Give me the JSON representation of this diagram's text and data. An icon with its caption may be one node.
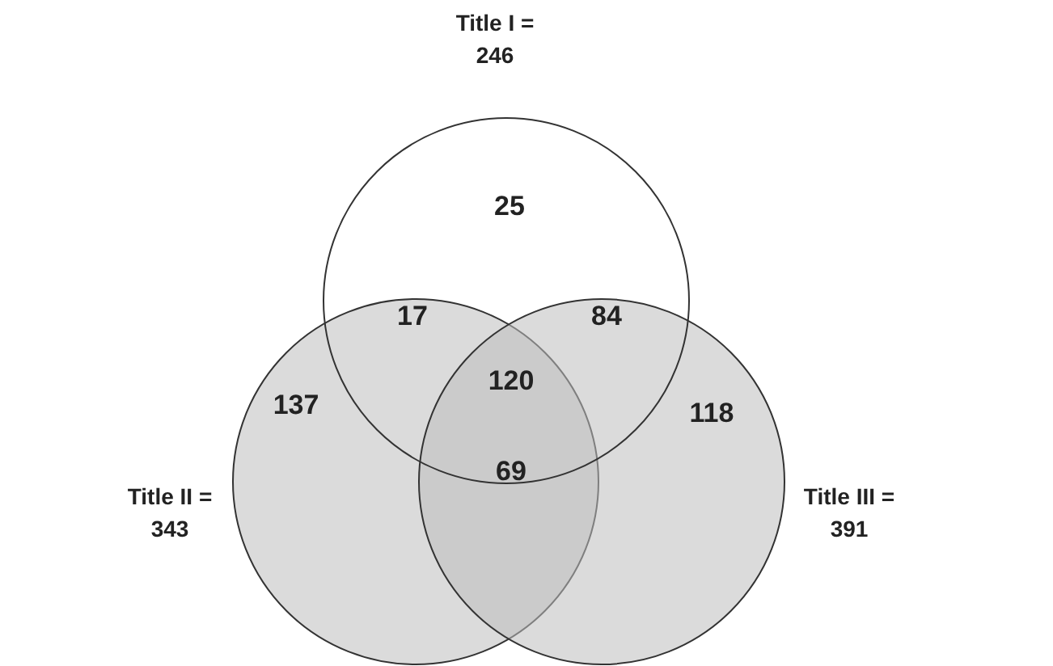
{
  "diagram": {
    "nodes": [
      {
        "text": [
          "Title I = 246"
        ]
      },
      {
        "text": [
          "Title II = 343"
        ]
      },
      {
        "text": [
          "Title III = 391"
        ]
      }
    ],
    "labels": [
      "25",
      "17",
      "84",
      "120",
      "137",
      "118",
      "69"
    ]
  }
}
